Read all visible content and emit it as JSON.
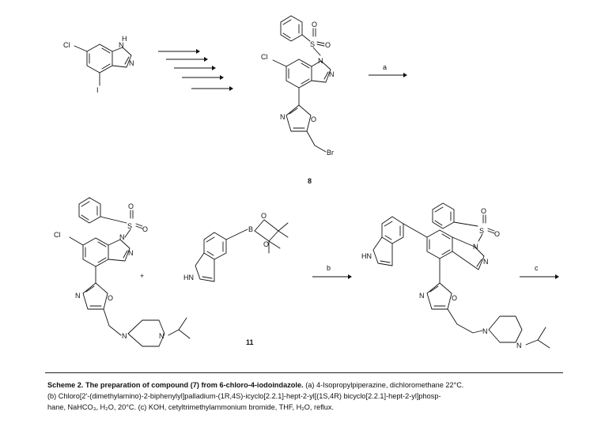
{
  "scheme": {
    "atoms": {
      "cl": "Cl",
      "br": "Br",
      "i": "I",
      "n": "N",
      "o": "O",
      "s": "S",
      "b": "B",
      "h": "H",
      "hn": "HN"
    },
    "compounds": {
      "c8": "8",
      "c11": "11"
    },
    "arrows": {
      "a": "a",
      "b": "b",
      "c": "c"
    },
    "plus": "+"
  },
  "caption": {
    "title": "Scheme 2. The preparation of compound (7) from 6-chloro-4-iodoindazole.",
    "line_a": " (a) 4-Isopropylpiperazine, dichloromethane 22°C.",
    "line_b": "(b) Chloro[2′-(dimethylamino)-2-biphenylyl]palladium-(1R,4S)-icyclo[2.2.1]-hept-2-yl[(1S,4R) bicyclo[2.2.1]-hept-2-yl]phosp-",
    "line_c": "hane, NaHCO₃, H₂O, 20°C. (c) KOH, cetyltrimethylammonium bromide, THF, H₂O, reflux."
  }
}
